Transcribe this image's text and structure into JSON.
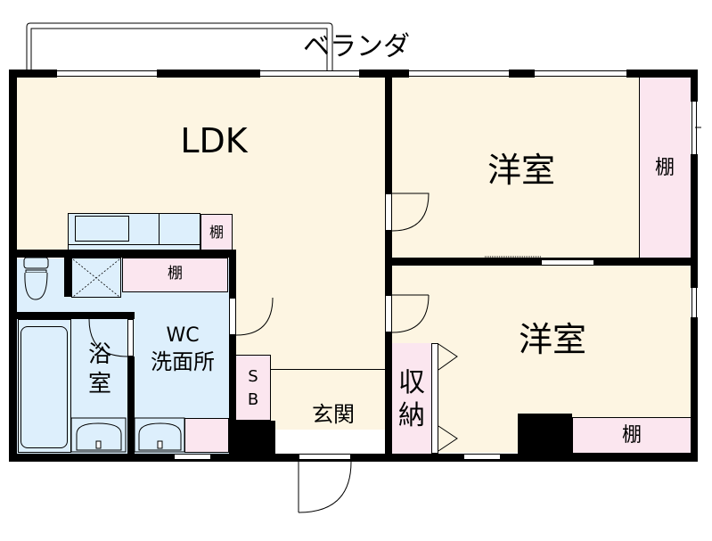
{
  "floorplan": {
    "balcony": {
      "label": "ベランダ"
    },
    "rooms": {
      "ldk": {
        "label": "LDK"
      },
      "western_room_1": {
        "label": "洋室"
      },
      "western_room_2": {
        "label": "洋室"
      },
      "washroom": {
        "label_line1": "WC",
        "label_line2": "洗面所"
      },
      "bathroom": {
        "label_line1": "浴",
        "label_line2": "室"
      },
      "entrance": {
        "label": "玄関"
      },
      "shoe_box": {
        "label_line1": "S",
        "label_line2": "B"
      },
      "closet": {
        "label_line1": "収",
        "label_line2": "納"
      }
    },
    "shelves": {
      "kitchen_shelf": "棚",
      "washroom_shelf": "棚",
      "room1_shelf": "棚",
      "room2_shelf": "棚"
    },
    "colors": {
      "living_floor": "#fdf5e2",
      "wet_area": "#ddeffc",
      "storage": "#fbe6ef",
      "wall": "#000000"
    }
  }
}
